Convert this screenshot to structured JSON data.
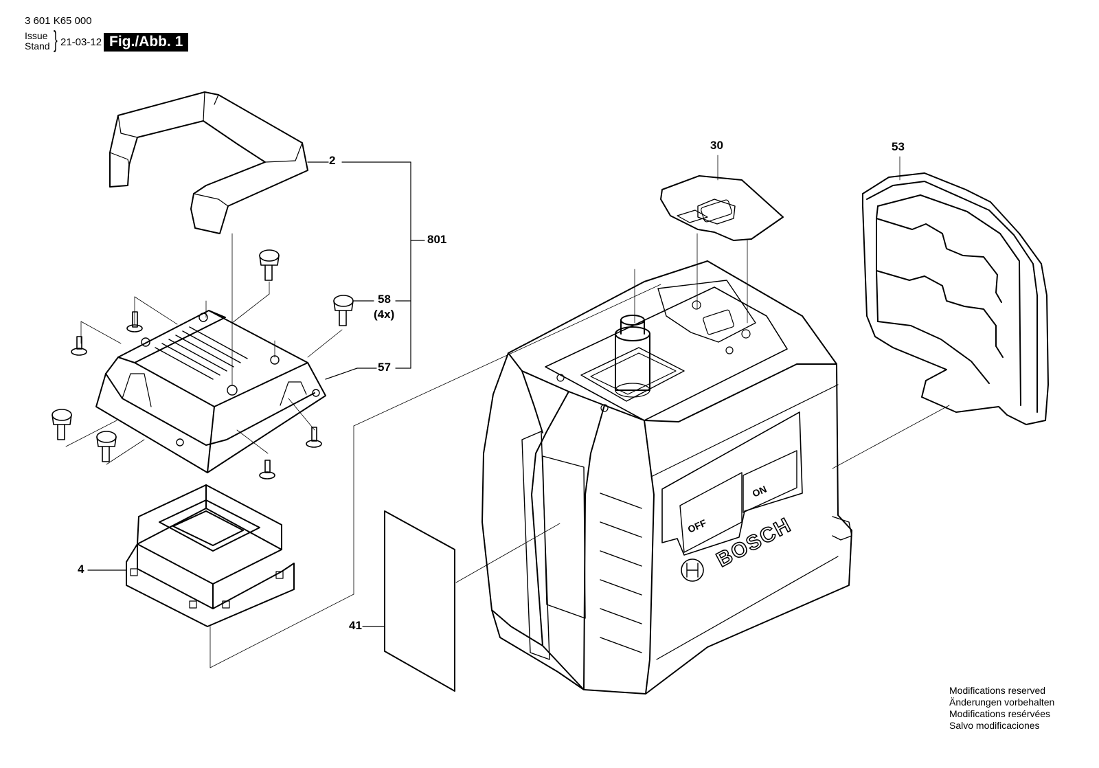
{
  "header": {
    "part_number": "3 601 K65 000",
    "issue_label": "Issue",
    "stand_label": "Stand",
    "brace": "}",
    "date": "21-03-12",
    "figure_label": "Fig./Abb. 1"
  },
  "callouts": {
    "c2": "2",
    "c4": "4",
    "c30": "30",
    "c41": "41",
    "c53": "53",
    "c57": "57",
    "c58": "58",
    "c58_qty": "(4x)",
    "c801": "801"
  },
  "device_labels": {
    "brand": "BOSCH",
    "switch_on": "ON",
    "switch_off": "OFF"
  },
  "footer": {
    "line_en": "Modifications reserved",
    "line_de": "Änderungen vorbehalten",
    "line_fr": "Modifications resérvées",
    "line_es": "Salvo modificaciones"
  }
}
